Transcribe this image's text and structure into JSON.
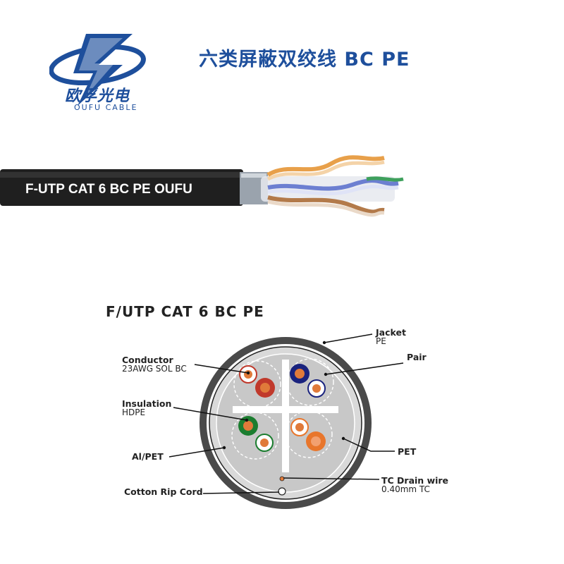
{
  "brand": {
    "name_cn": "欧孚光电",
    "name_en": "OUFU CABLE",
    "color": "#1e4f9c"
  },
  "page_title": "六类屏蔽双绞线 BC PE",
  "cable_photo": {
    "print_text": "F-UTP CAT 6 BC PE OUFU"
  },
  "diagram": {
    "title": "F/UTP CAT 6 BC PE",
    "labels": {
      "jacket": {
        "name": "Jacket",
        "spec": "PE"
      },
      "pair": {
        "name": "Pair"
      },
      "conductor": {
        "name": "Conductor",
        "spec": "23AWG SOL BC"
      },
      "insulation": {
        "name": "Insulation",
        "spec": "HDPE"
      },
      "al_pet": {
        "name": "Al/PET"
      },
      "pet": {
        "name": "PET"
      },
      "drain_wire": {
        "name": "TC Drain wire",
        "spec": "0.40mm TC"
      },
      "rip_cord": {
        "name": "Cotton Rip Cord"
      }
    },
    "colors": {
      "jacket": "#4a4a4a",
      "filler": "#c8c8c8",
      "brown": "#c0392b",
      "blue": "#1a237e",
      "green": "#1b7d2f",
      "orange": "#e8762c",
      "copper": "#e07a3a"
    }
  }
}
